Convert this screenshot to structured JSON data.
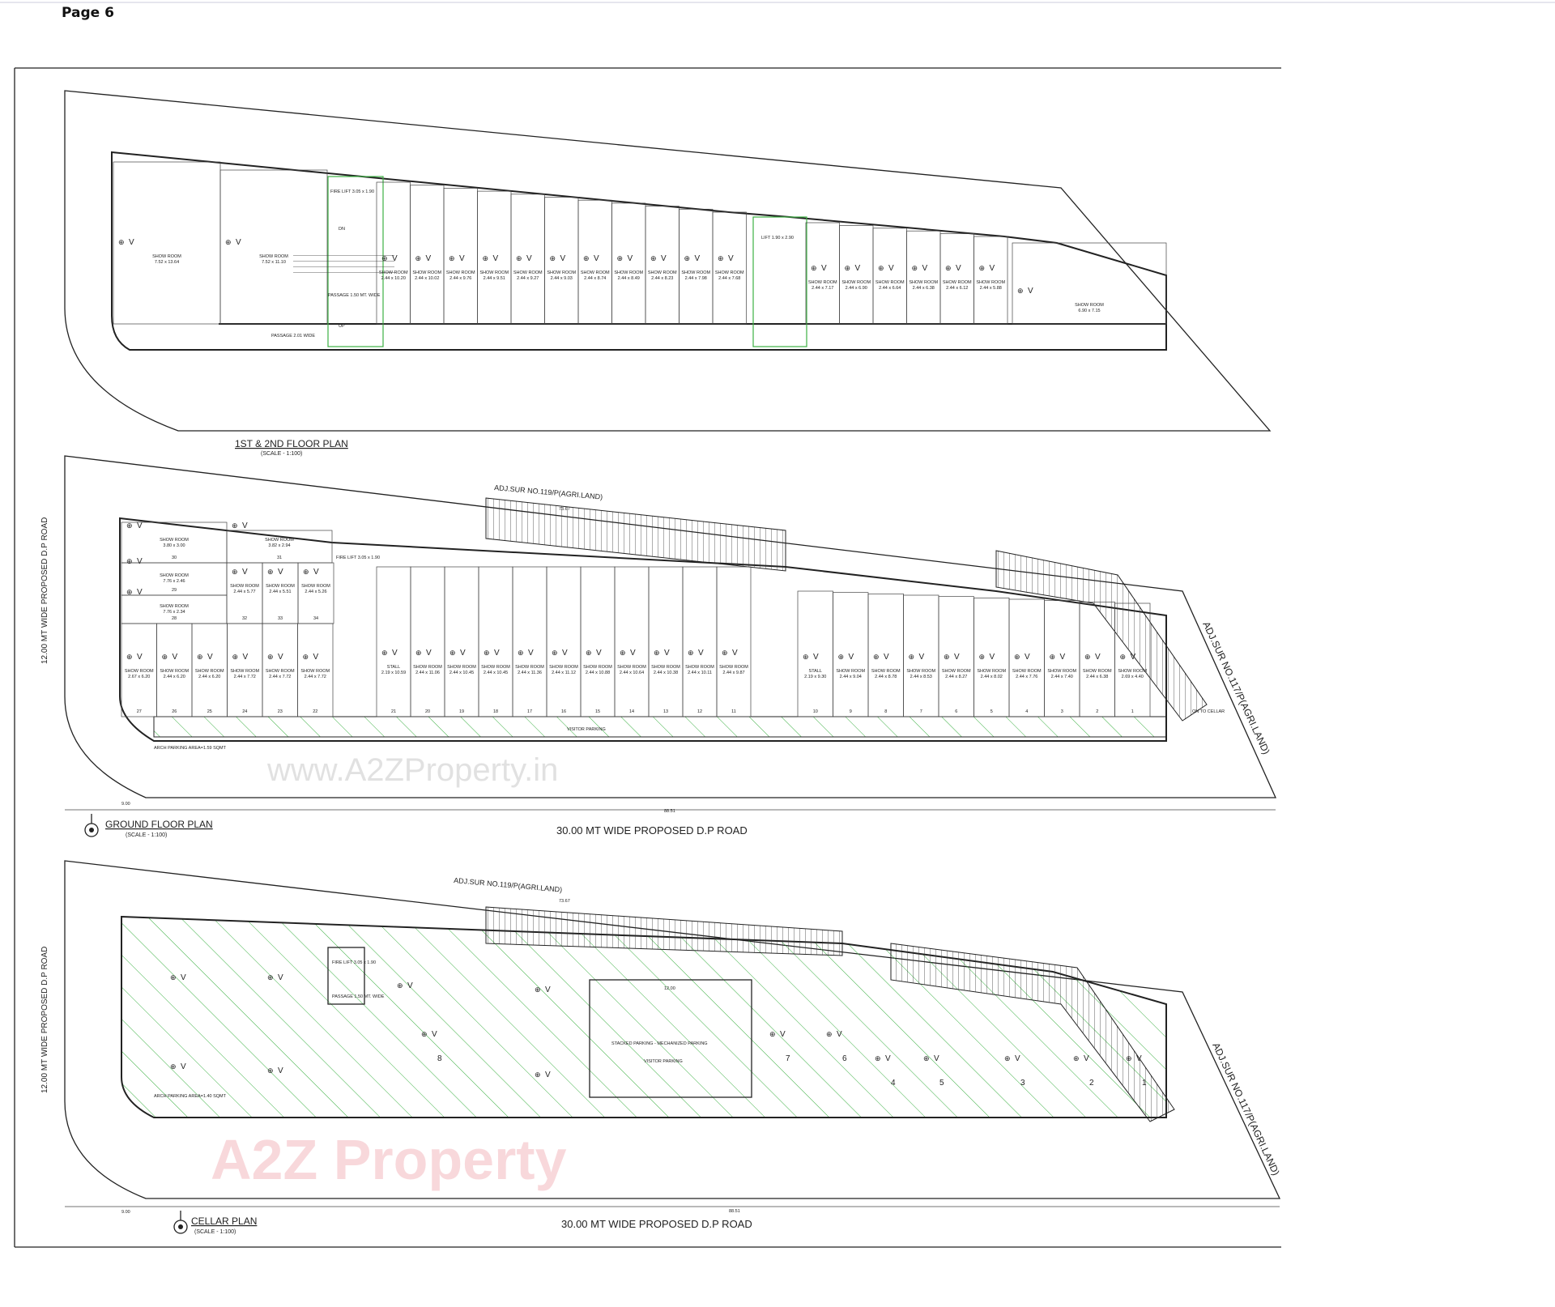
{
  "page_label": "Page 6",
  "plans": {
    "first_second": {
      "title": "1ST & 2ND FLOOR PLAN",
      "scale": "(SCALE - 1:100)",
      "labels": {
        "fire_lift": "FIRE LIFT 3.05 x 1.90",
        "passage_mid": "PASSAGE 1.50 MT. WIDE",
        "passage_front": "PASSAGE 2.01 WIDE",
        "lift": "LIFT 1.90 x 2.90",
        "up": "UP",
        "dn": "DN"
      },
      "rooms_left": [
        "7.52 x 13.64",
        "7.52 x 11.10"
      ],
      "rooms_mid": [
        "2.44 x 10.20",
        "2.44 x 10.02",
        "2.44 x 9.76",
        "2.44 x 9.51",
        "2.44 x 9.27",
        "2.44 x 9.03",
        "2.44 x 8.74",
        "2.44 x 8.49",
        "2.44 x 8.23",
        "2.44 x 7.98",
        "2.44 x 7.68"
      ],
      "rooms_right": [
        "2.44 x 7.17",
        "2.44 x 6.90",
        "2.44 x 6.64",
        "2.44 x 6.38",
        "2.44 x 6.12",
        "2.44 x 5.88"
      ],
      "room_corner": "6.90 x 7.15"
    },
    "ground": {
      "title": "GROUND FLOOR  PLAN",
      "scale": "(SCALE - 1:100)",
      "road_bottom": "30.00 MT WIDE PROPOSED D.P ROAD",
      "road_left": "12.00 MT WIDE PROPOSED D.P ROAD",
      "adj_top": "ADJ.SUR NO.119/P(AGRI.LAND)",
      "adj_right": "ADJ.SUR NO.117/P(AGRI.LAND)",
      "dim_top": "73.67",
      "dim_bottom": "88.51",
      "dim_side": "9.00",
      "visitor_parking": "VISITOR PARKING",
      "arch_parking": "ARCH PARKING AREA=1.59 SQMT",
      "ramp_to_cellar": "ON TO CELLAR",
      "fire_lift": "FIRE LIFT 3.05 x 1.90",
      "rooms_left": [
        {
          "no": "30",
          "name": "SHOW ROOM",
          "size": "3.80 x 3.00"
        },
        {
          "no": "31",
          "name": "SHOW ROOM",
          "size": "3.82 x 2.94"
        },
        {
          "no": "32",
          "name": "SHOW ROOM",
          "size": "2.44 x 5.77"
        },
        {
          "no": "33",
          "name": "SHOW ROOM",
          "size": "2.44 x 5.51"
        },
        {
          "no": "34",
          "name": "SHOW ROOM",
          "size": "2.44 x 5.26"
        },
        {
          "no": "29",
          "name": "SHOW ROOM",
          "size": "7.76 x 2.46"
        },
        {
          "no": "28",
          "name": "SHOW ROOM",
          "size": "7.76 x 2.34"
        },
        {
          "no": "27",
          "name": "SHOW ROOM",
          "size": "2.67 x 6.20"
        },
        {
          "no": "26",
          "name": "SHOW ROOM",
          "size": "2.44 x 6.20"
        },
        {
          "no": "25",
          "name": "SHOW ROOM",
          "size": "2.44 x 6.20"
        },
        {
          "no": "24",
          "name": "SHOW ROOM",
          "size": "2.44 x 7.72"
        },
        {
          "no": "23",
          "name": "SHOW ROOM",
          "size": "2.44 x 7.72"
        },
        {
          "no": "22",
          "name": "SHOW ROOM",
          "size": "2.44 x 7.72"
        }
      ],
      "rooms_mid": [
        {
          "no": "21",
          "name": "STALL",
          "size": "2.19 x 10.59"
        },
        {
          "no": "20",
          "name": "SHOW ROOM",
          "size": "2.44 x 11.06"
        },
        {
          "no": "19",
          "name": "SHOW ROOM",
          "size": "2.44 x 10.45"
        },
        {
          "no": "18",
          "name": "SHOW ROOM",
          "size": "2.44 x 10.45"
        },
        {
          "no": "17",
          "name": "SHOW ROOM",
          "size": "2.44 x 11.36"
        },
        {
          "no": "16",
          "name": "SHOW ROOM",
          "size": "2.44 x 11.12"
        },
        {
          "no": "15",
          "name": "SHOW ROOM",
          "size": "2.44 x 10.88"
        },
        {
          "no": "14",
          "name": "SHOW ROOM",
          "size": "2.44 x 10.64"
        },
        {
          "no": "13",
          "name": "SHOW ROOM",
          "size": "2.44 x 10.38"
        },
        {
          "no": "12",
          "name": "SHOW ROOM",
          "size": "2.44 x 10.11"
        },
        {
          "no": "11",
          "name": "SHOW ROOM",
          "size": "2.44 x 9.87"
        }
      ],
      "rooms_right": [
        {
          "no": "10",
          "name": "STALL",
          "size": "2.19 x 9.30"
        },
        {
          "no": "9",
          "name": "SHOW ROOM",
          "size": "2.44 x 9.04"
        },
        {
          "no": "8",
          "name": "SHOW ROOM",
          "size": "2.44 x 8.78"
        },
        {
          "no": "7",
          "name": "SHOW ROOM",
          "size": "2.44 x 8.53"
        },
        {
          "no": "6",
          "name": "SHOW ROOM",
          "size": "2.44 x 8.27"
        },
        {
          "no": "5",
          "name": "SHOW ROOM",
          "size": "2.44 x 8.02"
        },
        {
          "no": "4",
          "name": "SHOW ROOM",
          "size": "2.44 x 7.76"
        },
        {
          "no": "3",
          "name": "SHOW ROOM",
          "size": "2.44 x 7.40"
        },
        {
          "no": "2",
          "name": "SHOW ROOM",
          "size": "2.44 x 6.38"
        },
        {
          "no": "1",
          "name": "SHOW ROOM",
          "size": "2.69 x 4.40"
        }
      ]
    },
    "cellar": {
      "title": "CELLAR PLAN",
      "scale": "(SCALE - 1:100)",
      "road_bottom": "30.00 MT WIDE PROPOSED D.P ROAD",
      "road_left": "12.00 MT WIDE PROPOSED D.P ROAD",
      "adj_top": "ADJ.SUR NO.119/P(AGRI.LAND)",
      "adj_right": "ADJ.SUR NO.117/P(AGRI.LAND)",
      "dim_top": "73.67",
      "dim_bottom": "88.51",
      "dim_side": "9.00",
      "stacked_parking": "STACKED PARKING - MECHANIZED PARKING",
      "visitor_parking": "VISITOR PARKING",
      "arch_parking": "ARCH PARKING AREA=1.40 SQMT",
      "fire_lift": "FIRE LIFT 3.05 x 1.90",
      "passage": "PASSAGE 1.50 MT. WIDE",
      "dim_stack": "12.00",
      "bays": [
        "1",
        "2",
        "3",
        "4",
        "5",
        "6",
        "7",
        "8"
      ]
    }
  },
  "watermark": {
    "url_text": "www.A2ZProperty.in",
    "logo_text": "A2Z Property"
  },
  "colors": {
    "line": "#222222",
    "green_hatch": "#3cb043",
    "smoke_detector": "#e0245e",
    "sprinkler": "#1a2a6c"
  }
}
